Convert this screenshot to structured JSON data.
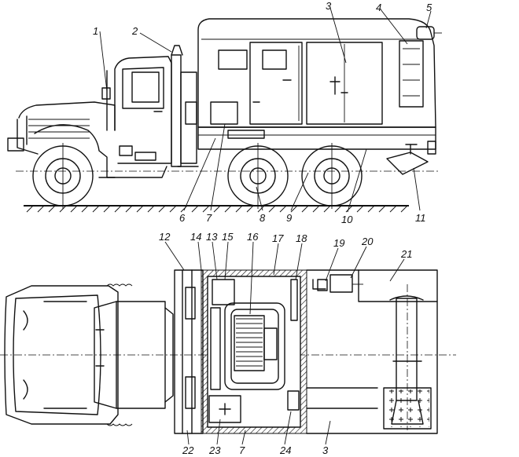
{
  "callouts": {
    "side": [
      "1",
      "2",
      "3",
      "4",
      "5",
      "6",
      "7",
      "8",
      "9",
      "10",
      "11"
    ],
    "plan_top": [
      "12",
      "14",
      "13",
      "15",
      "16",
      "17",
      "18",
      "19",
      "20",
      "21"
    ],
    "plan_bottom": [
      "22",
      "23",
      "7",
      "24",
      "3"
    ]
  }
}
